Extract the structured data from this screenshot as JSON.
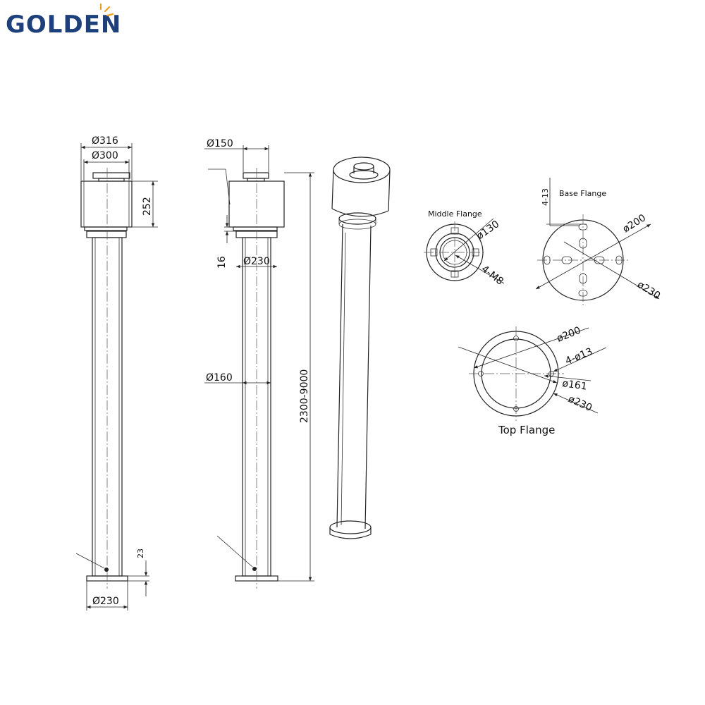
{
  "brand": {
    "name": "GOLDEN",
    "color": "#1d3f7a",
    "accent": "#f0a020"
  },
  "dims": {
    "d316": "Ø316",
    "d300": "Ø300",
    "h252": "252",
    "d230_base": "Ø230",
    "h23": "23",
    "d150": "Ø150",
    "h16": "16",
    "d230_side": "Ø230",
    "d160": "Ø160",
    "length": "2300-9000"
  },
  "middle_flange": {
    "title": "Middle Flange",
    "d130": "ø130",
    "bolts": "4-M8"
  },
  "base_flange": {
    "title": "Base  Flange",
    "slot": "4-13",
    "d200": "ø200",
    "d230": "ø230"
  },
  "top_flange": {
    "title": "Top Flange",
    "d200": "ø200",
    "holes": "4-ø13",
    "d161": "ø161",
    "d230": "ø230"
  }
}
